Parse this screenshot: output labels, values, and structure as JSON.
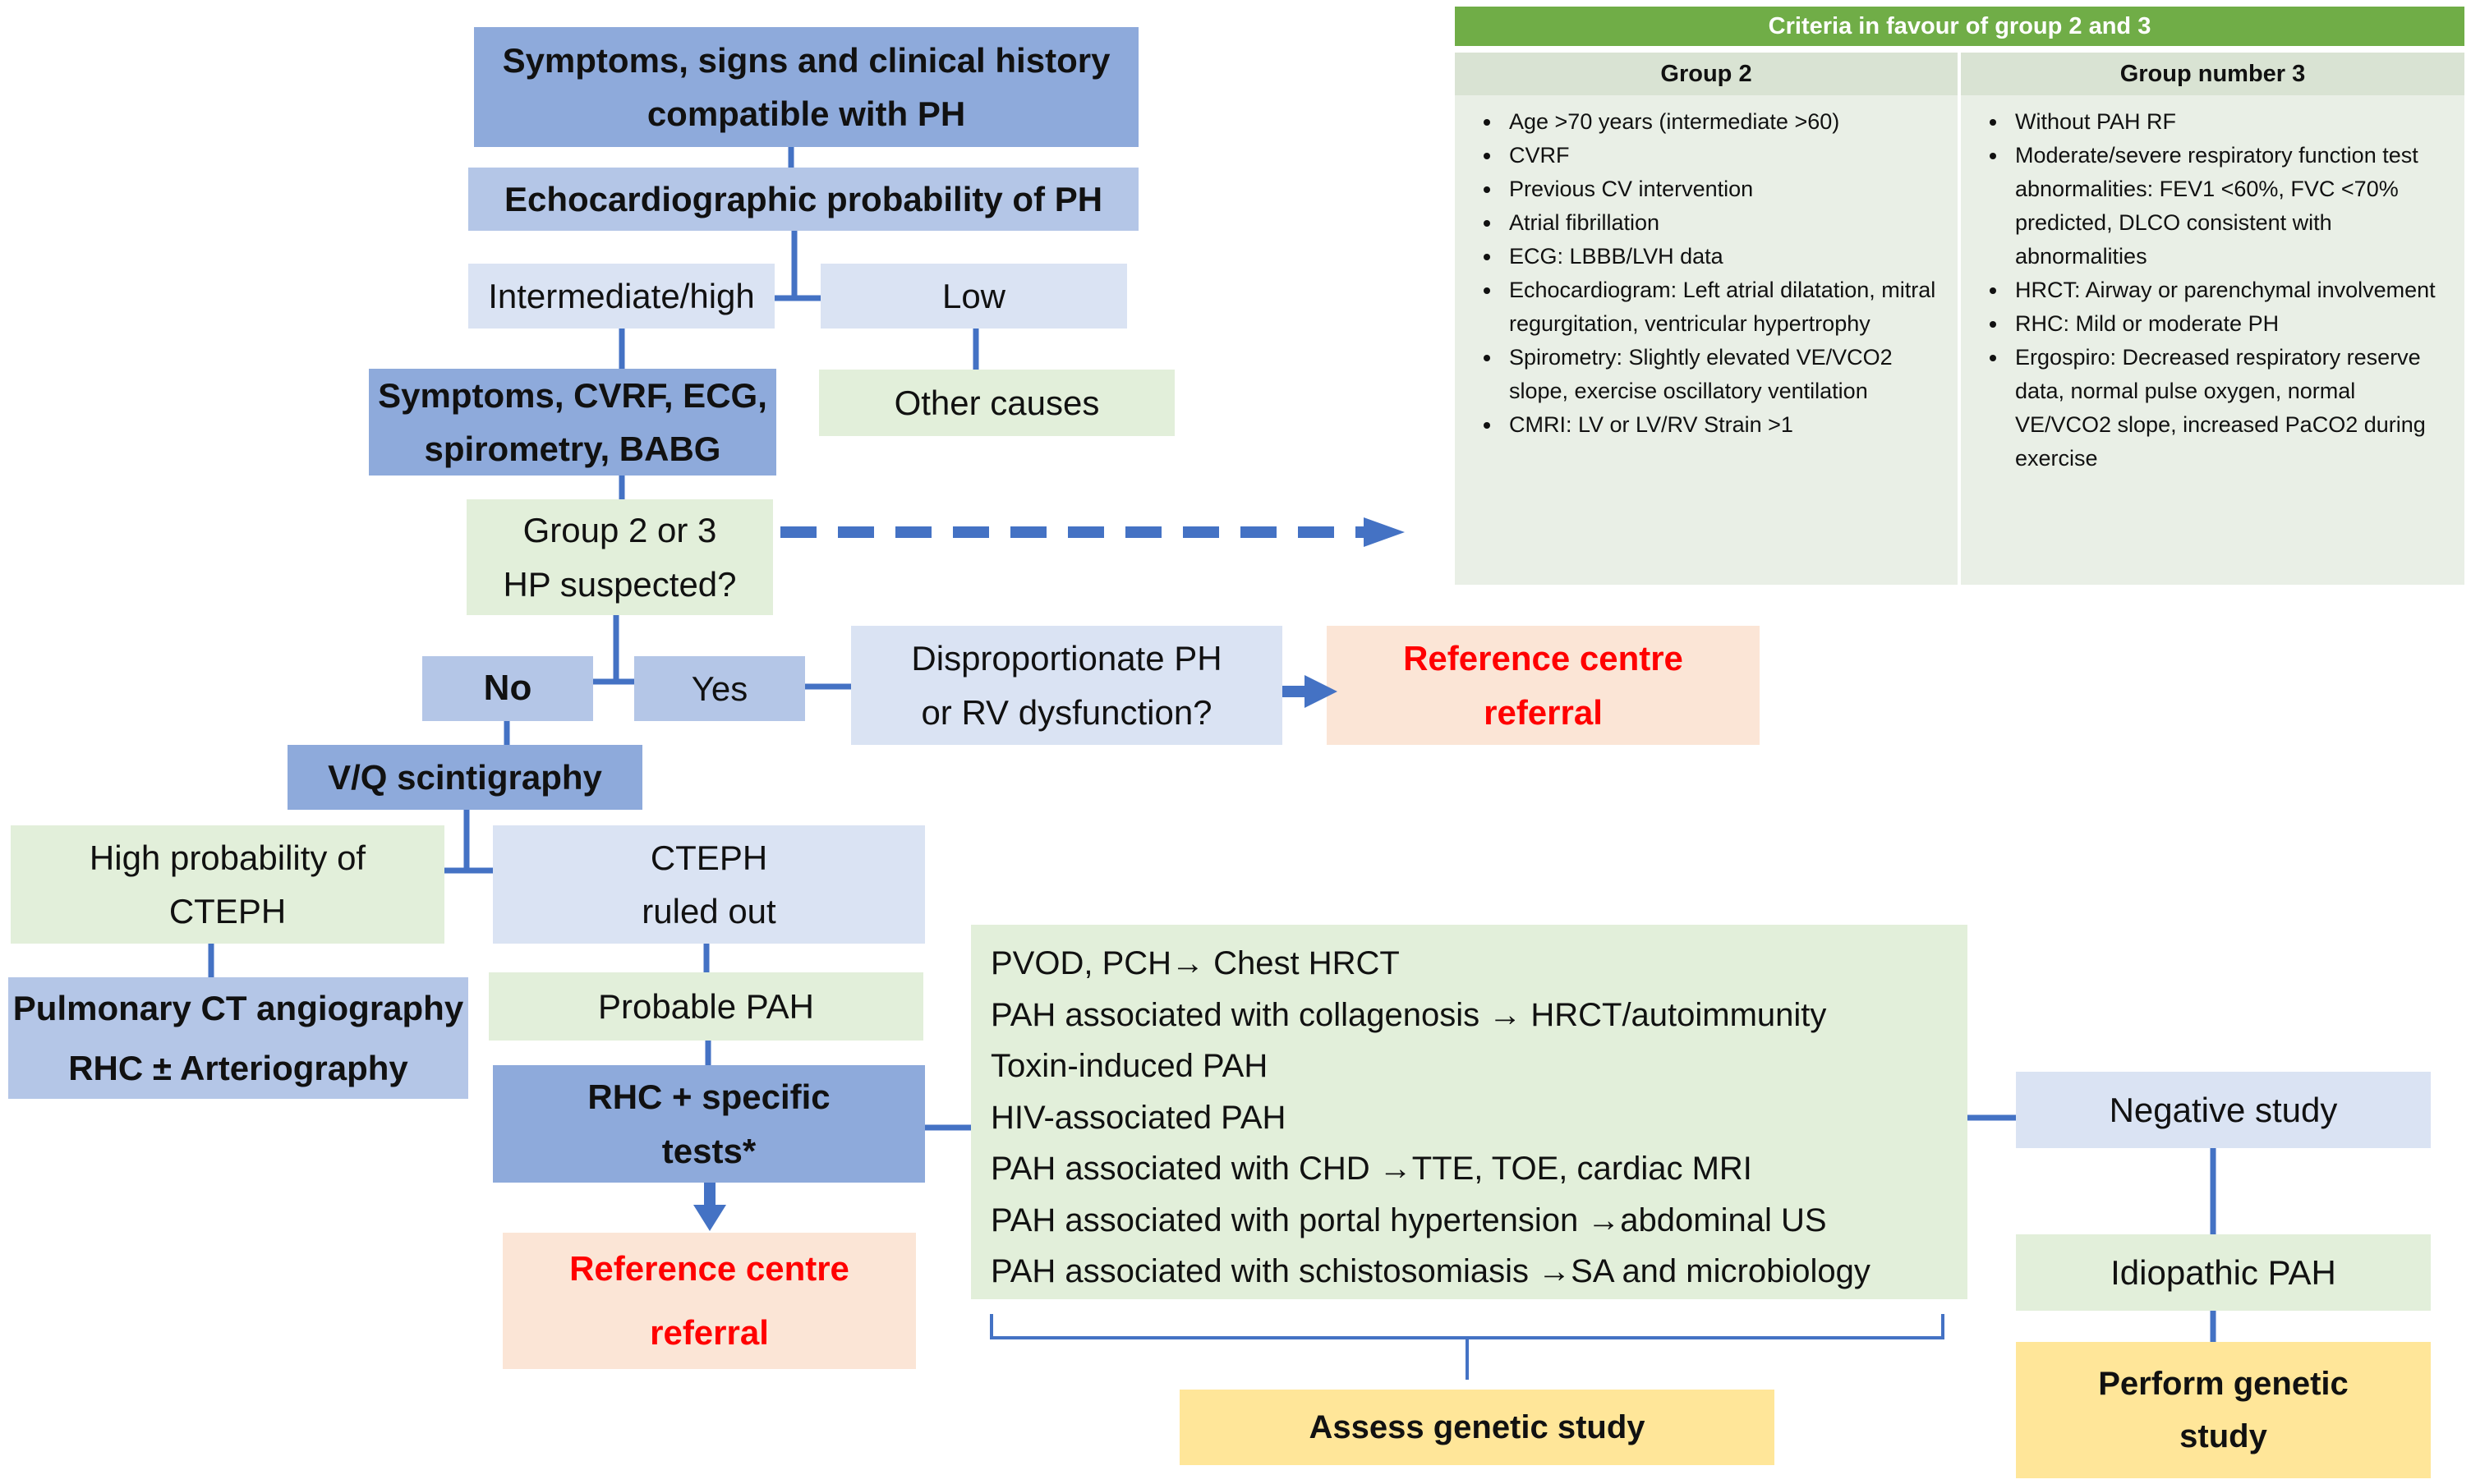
{
  "flowchart": {
    "start": "Symptoms, signs and clinical history compatible with PH",
    "start_lines": [
      "Symptoms, signs and clinical history",
      "compatible with PH"
    ],
    "echo": "Echocardiographic probability of PH",
    "echo_high": "Intermediate/high",
    "echo_low": "Low",
    "other_causes": "Other causes",
    "assessment_lines": [
      "Symptoms, CVRF, ECG,",
      "spirometry, BABG"
    ],
    "group_question_lines": [
      "Group 2 or 3",
      "HP suspected?"
    ],
    "answer_no": "No",
    "answer_yes": "Yes",
    "disproportionate_lines": [
      "Disproportionate PH",
      "or RV dysfunction?"
    ],
    "referral_top_lines": [
      "Reference centre",
      "referral"
    ],
    "vq": "V/Q scintigraphy",
    "cteph_high_lines": [
      "High probability of",
      "CTEPH"
    ],
    "cteph_out_lines": [
      "CTEPH",
      "ruled out"
    ],
    "ct_angio_lines": [
      "Pulmonary CT angiography",
      "RHC ± Arteriography"
    ],
    "probable_pah": "Probable PAH",
    "rhc_lines": [
      "RHC + specific",
      "tests*"
    ],
    "referral_bottom_lines": [
      "Reference centre",
      "referral"
    ],
    "pah_subtypes": [
      "PVOD, PCH→ Chest HRCT",
      "PAH associated with collagenosis → HRCT/autoimmunity",
      "Toxin-induced PAH",
      "HIV-associated PAH",
      "PAH associated with CHD →TTE, TOE, cardiac MRI",
      "PAH associated with portal hypertension →abdominal US",
      "PAH associated with schistosomiasis →SA and microbiology"
    ],
    "negative_study": "Negative study",
    "idiopathic_pah": "Idiopathic PAH",
    "assess_genetic": "Assess genetic study",
    "perform_genetic_lines": [
      "Perform genetic",
      "study"
    ]
  },
  "criteria": {
    "title": "Criteria in favour of group 2 and 3",
    "group2": {
      "header": "Group 2",
      "items": [
        "Age >70 years (intermediate >60)",
        "CVRF",
        "Previous CV intervention",
        "Atrial fibrillation",
        "ECG: LBBB/LVH data",
        "Echocardiogram: Left atrial dilatation, mitral regurgitation, ventricular hypertrophy",
        "Spirometry: Slightly elevated VE/VCO2 slope, exercise oscillatory ventilation",
        "CMRI: LV or LV/RV Strain >1"
      ]
    },
    "group3": {
      "header": "Group number 3",
      "items": [
        "Without PAH RF",
        "Moderate/severe respiratory function test abnormalities: FEV1 <60%, FVC <70% predicted, DLCO consistent with abnormalities",
        "HRCT: Airway or parenchymal involvement",
        "RHC: Mild or moderate PH",
        "Ergospiro: Decreased respiratory reserve data, normal pulse oxygen, normal VE/VCO2 slope, increased PaCO2 during exercise"
      ]
    }
  },
  "colors": {
    "connector": "#4472c4",
    "dark_blue_box": "#8eaadb",
    "mid_blue_box": "#b4c6e7",
    "light_blue_box": "#dae3f3",
    "green_box": "#e2efda",
    "peach_box": "#fbe5d6",
    "yellow_box": "#ffe699",
    "criteria_header": "#70ad47",
    "referral_text": "#ff0000"
  }
}
